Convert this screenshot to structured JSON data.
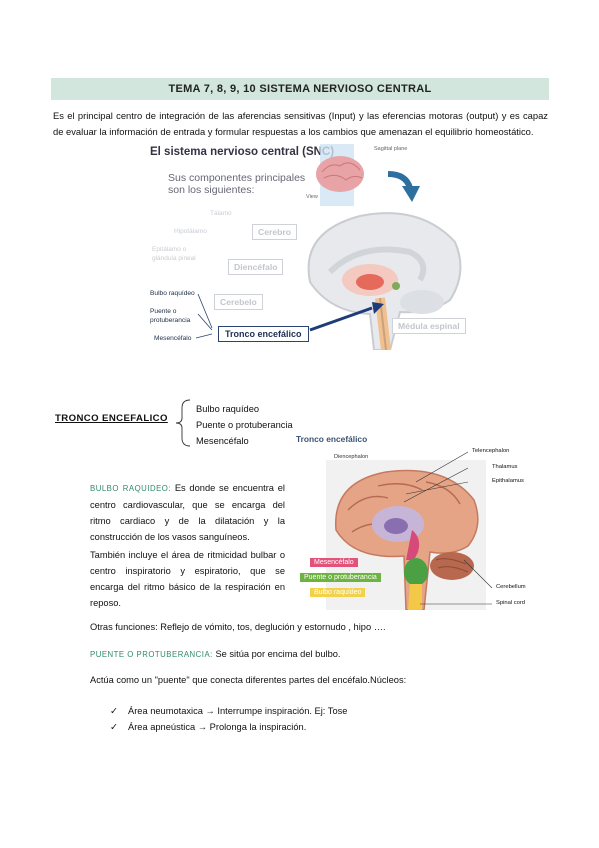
{
  "title": "TEMA 7, 8, 9, 10 SISTEMA NERVIOSO CENTRAL",
  "intro": "Es el principal centro de integración de las aferencias sensitivas (Input) y las eferencias motoras (output) y es capaz de evaluar la información de entrada y formular respuestas a los cambios que amenazan el equilibrio homeostático.",
  "figure1": {
    "title": "El sistema nervioso central (SNC)",
    "subtitle_line1": "Sus componentes principales",
    "subtitle_line2": "son los siguientes:",
    "sagittal": "Sagittal plane",
    "view": "View",
    "faint_labels": [
      "Tálamo",
      "Hipotálamo",
      "Epitálamo o",
      "glándula pineal"
    ],
    "boxes": [
      "Cerebro",
      "Diencéfalo",
      "Cerebelo",
      "Médula espinal"
    ],
    "left_labels": [
      "Bulbo raquídeo",
      "Puente o",
      "protuberancia",
      "Mesencéfalo"
    ],
    "tronco": "Tronco encefálico"
  },
  "tronco_section": {
    "heading": "TRONCO ENCEFALICO",
    "items": [
      "Bulbo raquídeo",
      "Puente o protuberancia",
      "Mesencéfalo"
    ]
  },
  "figure2": {
    "title": "Tronco encefálico",
    "labels_right": [
      "Telencephalon",
      "Thalamus",
      "Epithalamus",
      "Cerebellum",
      "Spinal cord"
    ],
    "label_top_left": "Diencephalon",
    "colored_labels": [
      {
        "text": "Mesencéfalo",
        "color": "#e2527a"
      },
      {
        "text": "Puente o protuberancia",
        "color": "#6cb33f"
      },
      {
        "text": "Bulbo raquídeo",
        "color": "#f2d24a"
      }
    ]
  },
  "bulbo": {
    "label": "BULBO RAQUIDEO:",
    "text1": "Es donde se encuentra el centro cardiovascular, que se encarga del ritmo cardiaco y de la dilatación y la construcción de los vasos sanguíneos.",
    "text2": "También incluye el área de ritmicidad bulbar o centro inspiratorio y espiratorio, que se encarga del ritmo básico de la respiración en reposo."
  },
  "otras": "Otras funciones: Reflejo de vómito, tos, deglución y estornudo , hipo ….",
  "puente": {
    "label": "PUENTE O PROTUBERANCIA:",
    "text": "Se sitúa por encima del bulbo."
  },
  "puente_desc": "Actúa como un \"puente\" que conecta diferentes partes del encéfalo.Núcleos:",
  "checklist": [
    {
      "mark": "✓",
      "text": "Área neumotaxica → Interrumpe inspiración. Ej: Tose"
    },
    {
      "mark": "✓",
      "text": "Área apneústica → Prolonga la inspiración."
    }
  ],
  "colors": {
    "title_bg": "#d2e6dd",
    "green": "#2f8a6b",
    "navy": "#2a4372"
  }
}
